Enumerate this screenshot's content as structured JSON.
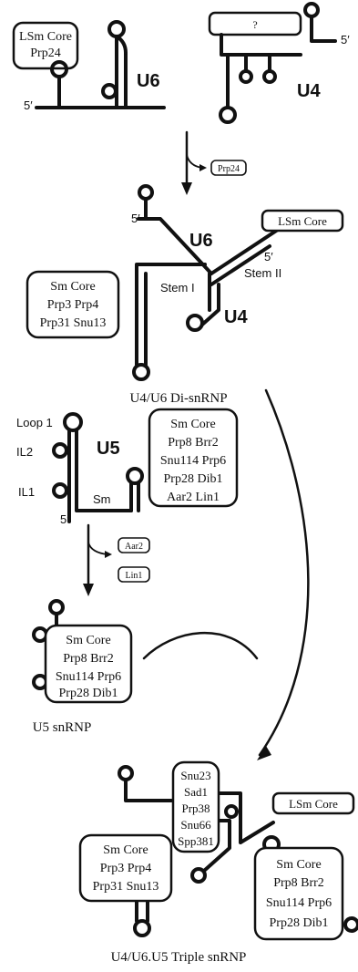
{
  "panel1": {
    "u6_box": [
      "LSm Core",
      "Prp24"
    ],
    "u6_label": "U6",
    "u6_five_prime": "5′",
    "u4_box": "?",
    "u4_label": "U4",
    "u4_five_prime": "5′",
    "released": "Prp24"
  },
  "panel2": {
    "u6_five_prime": "5′",
    "u6_label": "U6",
    "lsm_box": "LSm Core",
    "u4_five_prime": "5′",
    "stem_1": "Stem I",
    "stem_2": "Stem II",
    "u4_label": "U4",
    "sm_box": [
      "Sm Core",
      "Prp3 Prp4",
      "Prp31 Snu13"
    ],
    "caption": "U4/U6 Di-snRNP"
  },
  "panel3": {
    "loop1": "Loop 1",
    "il2": "IL2",
    "il1": "IL1",
    "u5_label": "U5",
    "sm": "Sm",
    "five_prime": "5′",
    "protein_box": [
      "Sm Core",
      "Prp8 Brr2",
      "Snu114 Prp6",
      "Prp28 Dib1",
      "Aar2 Lin1"
    ],
    "released_1": "Aar2",
    "released_2": "Lin1"
  },
  "panel4": {
    "protein_box": [
      "Sm Core",
      "Prp8 Brr2",
      "Snu114 Prp6",
      "Prp28 Dib1"
    ],
    "caption": "U5 snRNP"
  },
  "panel5": {
    "tri_box": [
      "Snu23",
      "Sad1",
      "Prp38",
      "Snu66",
      "Spp381"
    ],
    "lsm_box": "LSm Core",
    "u4u6_box": [
      "Sm Core",
      "Prp3 Prp4",
      "Prp31 Snu13"
    ],
    "u5_box": [
      "Sm Core",
      "Prp8 Brr2",
      "Snu114 Prp6",
      "Prp28 Dib1"
    ],
    "caption": "U4/U6.U5 Triple snRNP"
  }
}
